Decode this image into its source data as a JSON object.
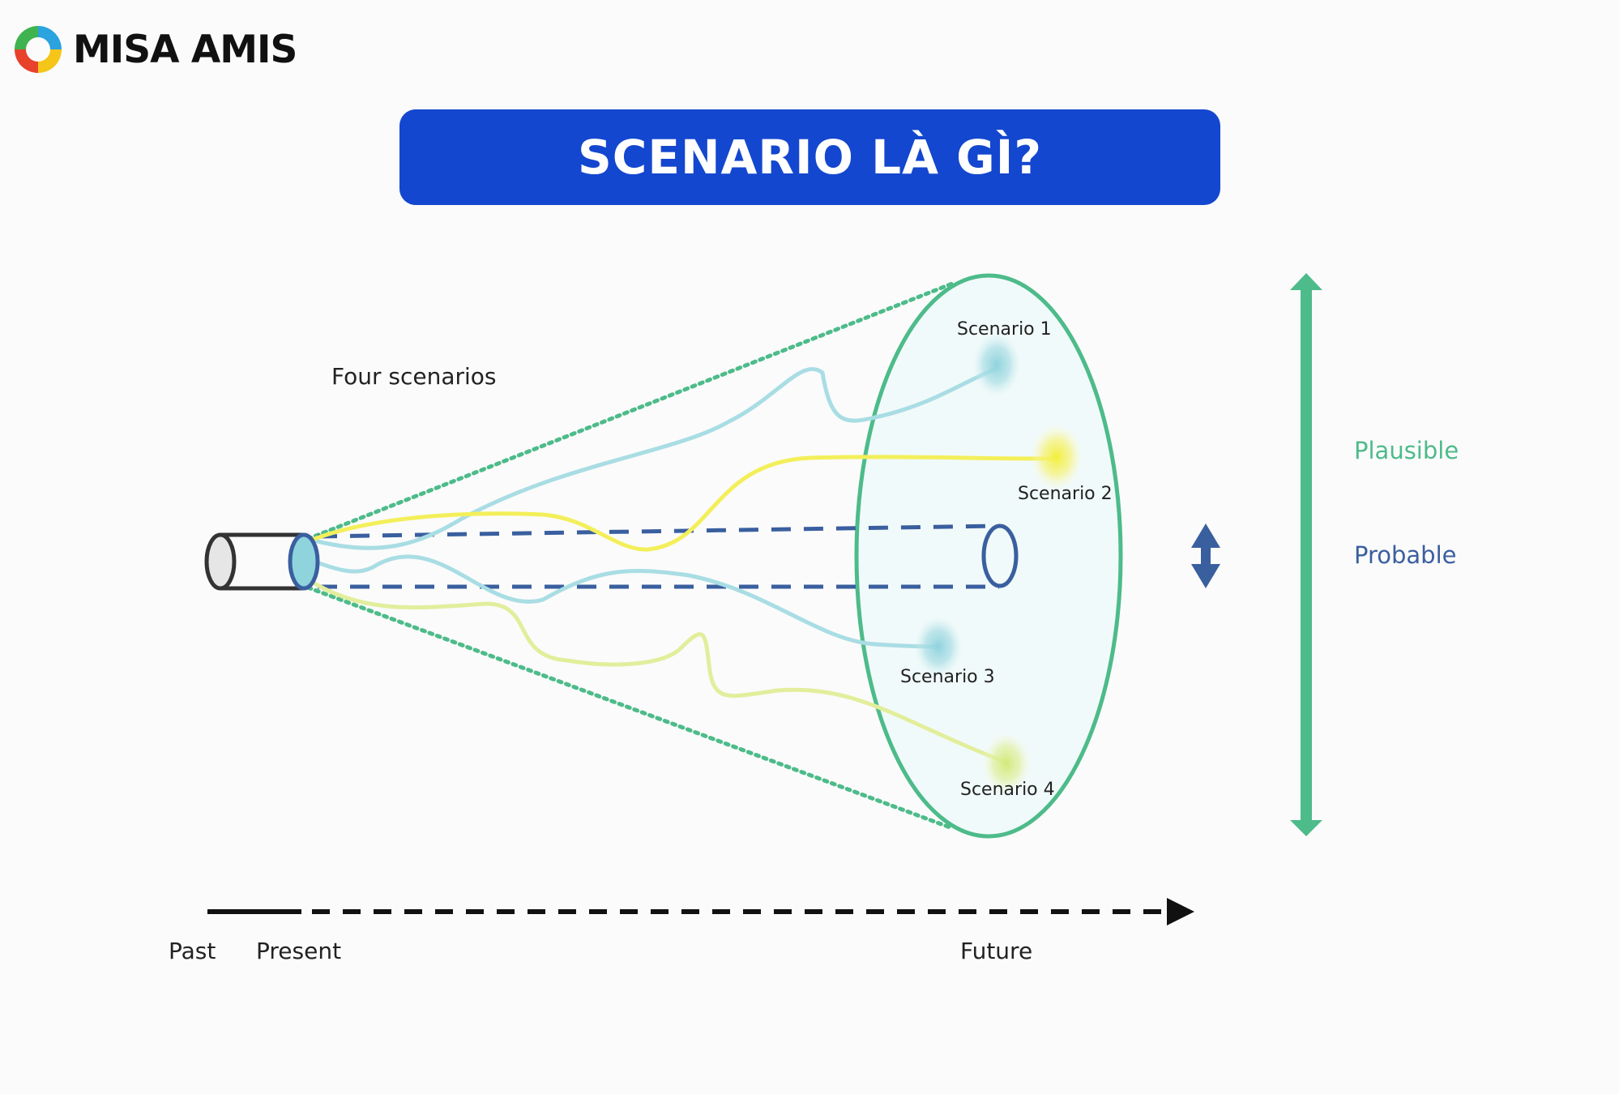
{
  "brand": {
    "name": "MISA AMIS"
  },
  "title": "SCENARIO LÀ GÌ?",
  "diagram": {
    "heading": "Four scenarios",
    "scenarios": [
      {
        "label": "Scenario 1",
        "color": "#9fd9e0"
      },
      {
        "label": "Scenario 2",
        "color": "#f3ef5a"
      },
      {
        "label": "Scenario 3",
        "color": "#a9dbe2"
      },
      {
        "label": "Scenario 4",
        "color": "#d8ea7e"
      }
    ],
    "scale": {
      "outer": "Plausible",
      "inner": "Probable"
    },
    "timeline": {
      "past": "Past",
      "present": "Present",
      "future": "Future"
    },
    "colors": {
      "plausible": "#4dbb8a",
      "probable": "#3a5f9f",
      "timeline": "#111111"
    }
  }
}
